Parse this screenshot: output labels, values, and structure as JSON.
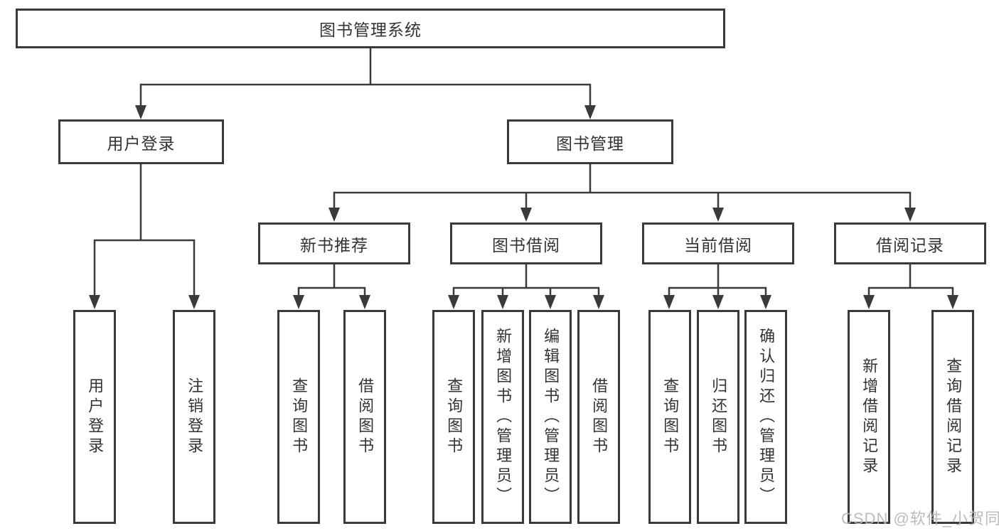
{
  "diagram": {
    "watermark": "CSDN @软件_小贺同学",
    "colors": {
      "line": "#3a3a3a",
      "box_border": "#3a3a3a",
      "box_fill": "#ffffff",
      "text": "#333333",
      "watermark": "#b5b5b5",
      "background": "#ffffff"
    },
    "nodes": {
      "root": {
        "label": "图书管理系统"
      },
      "user_login": {
        "label": "用户登录"
      },
      "book_mgmt": {
        "label": "图书管理"
      },
      "new_book": {
        "label": "新书推荐"
      },
      "book_borrow": {
        "label": "图书借阅"
      },
      "current_borrow": {
        "label": "当前借阅"
      },
      "borrow_record": {
        "label": "借阅记录"
      },
      "leaf_user_login": {
        "label": "用户登录"
      },
      "leaf_logout": {
        "label": "注销登录"
      },
      "leaf_query_book_1": {
        "label": "查询图书"
      },
      "leaf_borrow_book_1": {
        "label": "借阅图书"
      },
      "leaf_query_book_2": {
        "label": "查询图书"
      },
      "leaf_add_book": {
        "label": "新增图书（管理员）"
      },
      "leaf_edit_book": {
        "label": "编辑图书（管理员）"
      },
      "leaf_borrow_book_2": {
        "label": "借阅图书"
      },
      "leaf_query_book_3": {
        "label": "查询图书"
      },
      "leaf_return_book": {
        "label": "归还图书"
      },
      "leaf_confirm_return": {
        "label": "确认归还（管理员）"
      },
      "leaf_add_record": {
        "label": "新增借阅记录"
      },
      "leaf_query_record": {
        "label": "查询借阅记录"
      }
    },
    "hierarchy": {
      "图书管理系统": {
        "用户登录": [
          "用户登录",
          "注销登录"
        ],
        "图书管理": {
          "新书推荐": [
            "查询图书",
            "借阅图书"
          ],
          "图书借阅": [
            "查询图书",
            "新增图书（管理员）",
            "编辑图书（管理员）",
            "借阅图书"
          ],
          "当前借阅": [
            "查询图书",
            "归还图书",
            "确认归还（管理员）"
          ],
          "借阅记录": [
            "新增借阅记录",
            "查询借阅记录"
          ]
        }
      }
    }
  }
}
